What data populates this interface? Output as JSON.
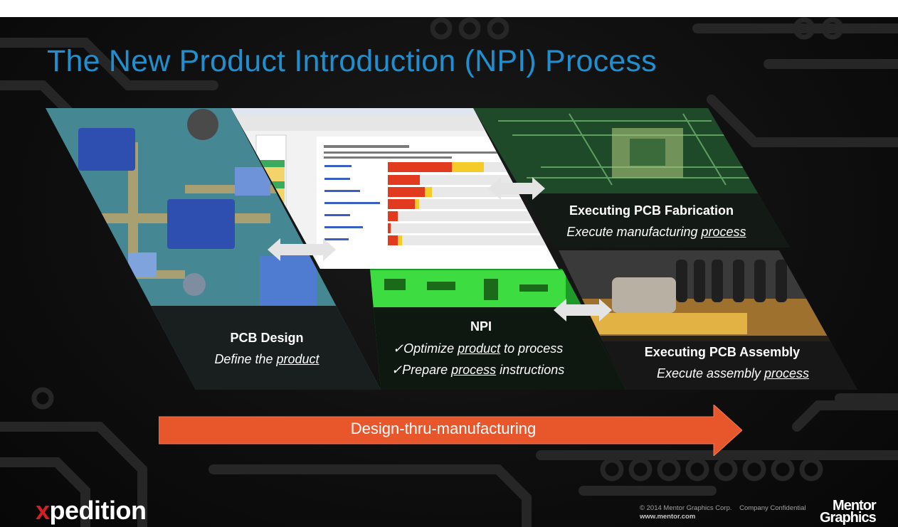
{
  "title": "The New Product Introduction (NPI) Process",
  "design": {
    "heading": "PCB Design",
    "sub_pre": "Define the ",
    "sub_link": "product"
  },
  "npi": {
    "heading": "NPI",
    "check": "✓",
    "item1_pre": "Optimize ",
    "item1_link": "product",
    "item1_post": " to process",
    "item2_pre": "Prepare ",
    "item2_link": "process",
    "item2_post": " instructions"
  },
  "fabrication": {
    "heading": "Executing PCB Fabrication",
    "sub_pre": "Execute manufacturing ",
    "sub_link": "process"
  },
  "assembly": {
    "heading": "Executing PCB Assembly",
    "sub_pre": "Execute assembly ",
    "sub_link": "process"
  },
  "arrow_label": "Design-thru-manufacturing",
  "footer": {
    "logo_x": "x",
    "logo_rest": "pedition",
    "copyright": "© 2014 Mentor Graphics Corp.",
    "confidential": "Company Confidential",
    "url": "www.mentor.com",
    "brand_line1": "Mentor",
    "brand_line2": "Graphics"
  },
  "colors": {
    "title": "#1f8fd0",
    "arrow": "#e8572b",
    "logo_accent": "#d32027"
  }
}
